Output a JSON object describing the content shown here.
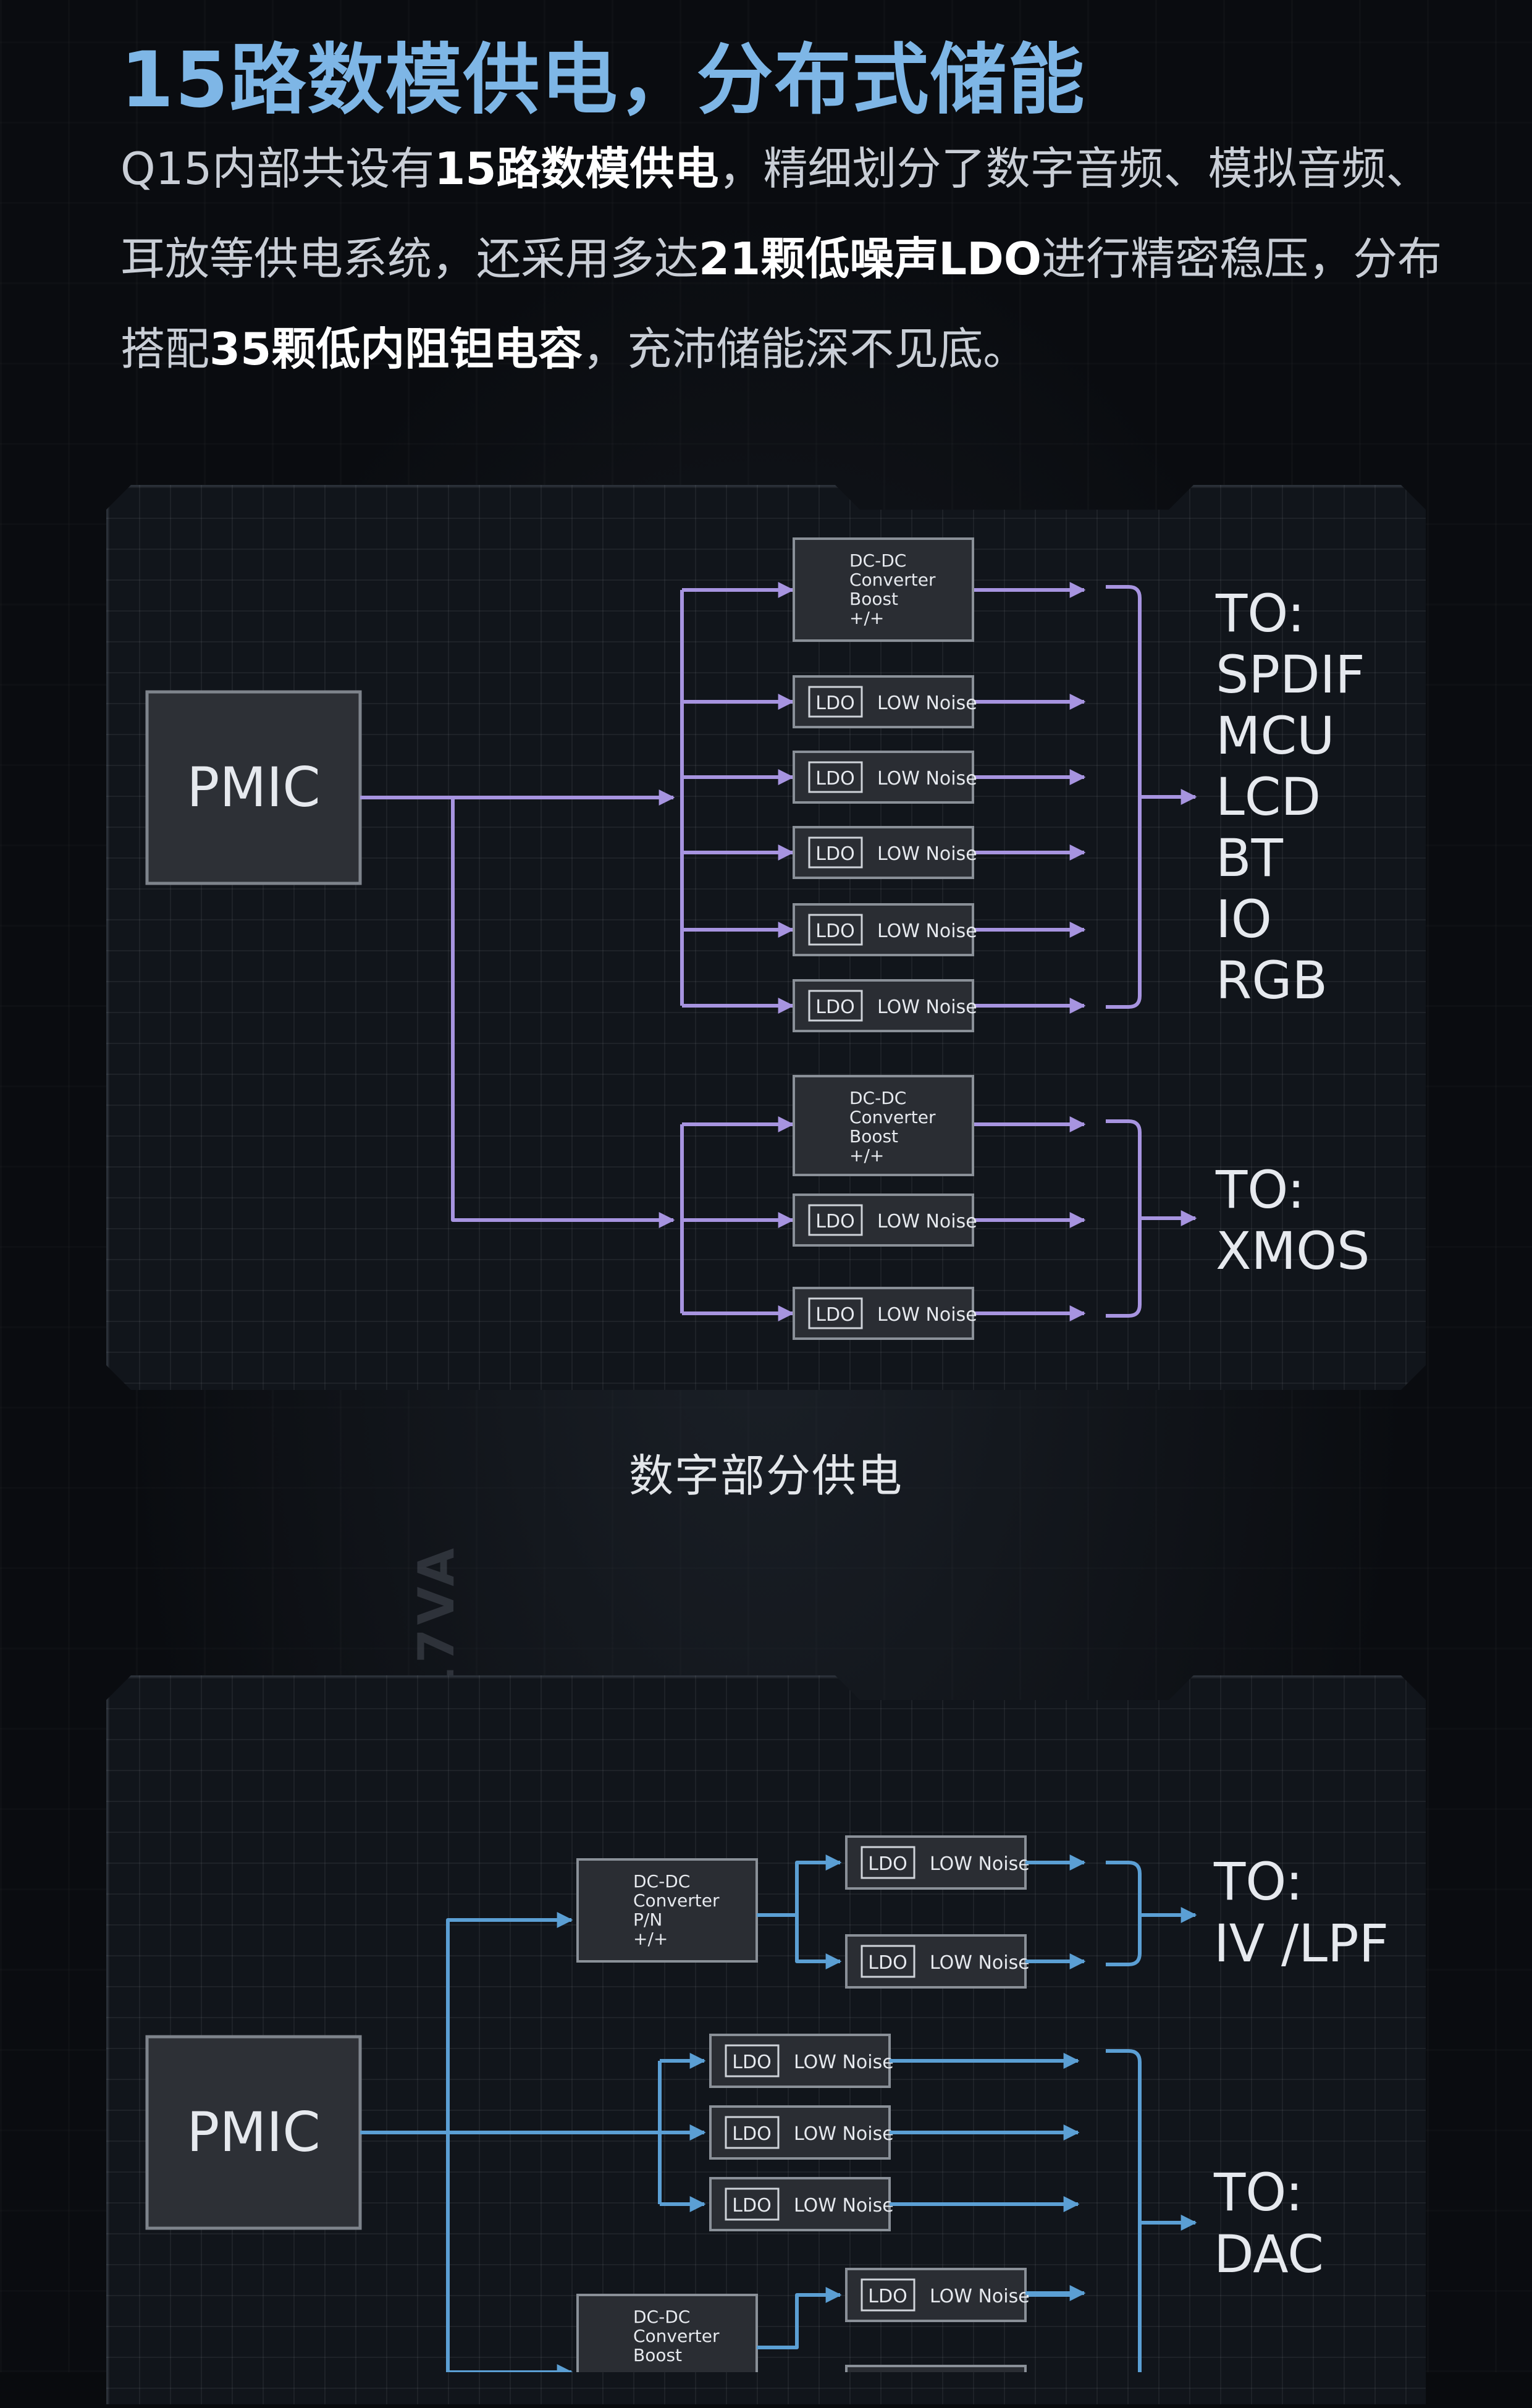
{
  "header": {
    "title": "15路数模供电，分布式储能",
    "intro": [
      {
        "t": "Q15内部共设有",
        "b": false
      },
      {
        "t": "15路数模供电",
        "b": true
      },
      {
        "t": "，精细划分了数字音频、模拟音频、耳放等供电系统，还采用多达",
        "b": false
      },
      {
        "t": "21颗低噪声LDO",
        "b": true
      },
      {
        "t": "进行精密稳压，分布搭配",
        "b": false
      },
      {
        "t": "35颗低内阻钽电容",
        "b": true
      },
      {
        "t": "，充沛储能深不见底。",
        "b": false
      }
    ]
  },
  "colors": {
    "digital_line": "#a794e0",
    "analog_line": "#5b9fd4",
    "title": "#7eb6e6"
  },
  "digital_diagram": {
    "pmic_label": "PMIC",
    "dcdc": [
      "DC-DC",
      "Converter",
      "Boost",
      "+/+"
    ],
    "ldo_tag": "LDO",
    "ldo_text": "LOW Noise",
    "targets_a": [
      "TO:",
      "SPDIF",
      "MCU",
      "LCD",
      "BT",
      "IO",
      "RGB"
    ],
    "targets_b": [
      "TO:",
      "XMOS"
    ],
    "caption": "数字部分供电"
  },
  "analog_diagram": {
    "pmic_label": "PMIC",
    "dcdc_pn": [
      "DC-DC",
      "Converter",
      "P/N",
      "+/+"
    ],
    "dcdc_boost": [
      "DC-DC",
      "Converter",
      "Boost"
    ],
    "ldo_tag": "LDO",
    "ldo_text": "LOW Noise",
    "targets_a": [
      "TO:",
      "IV /LPF"
    ],
    "targets_b": [
      "TO:",
      "DAC"
    ]
  }
}
